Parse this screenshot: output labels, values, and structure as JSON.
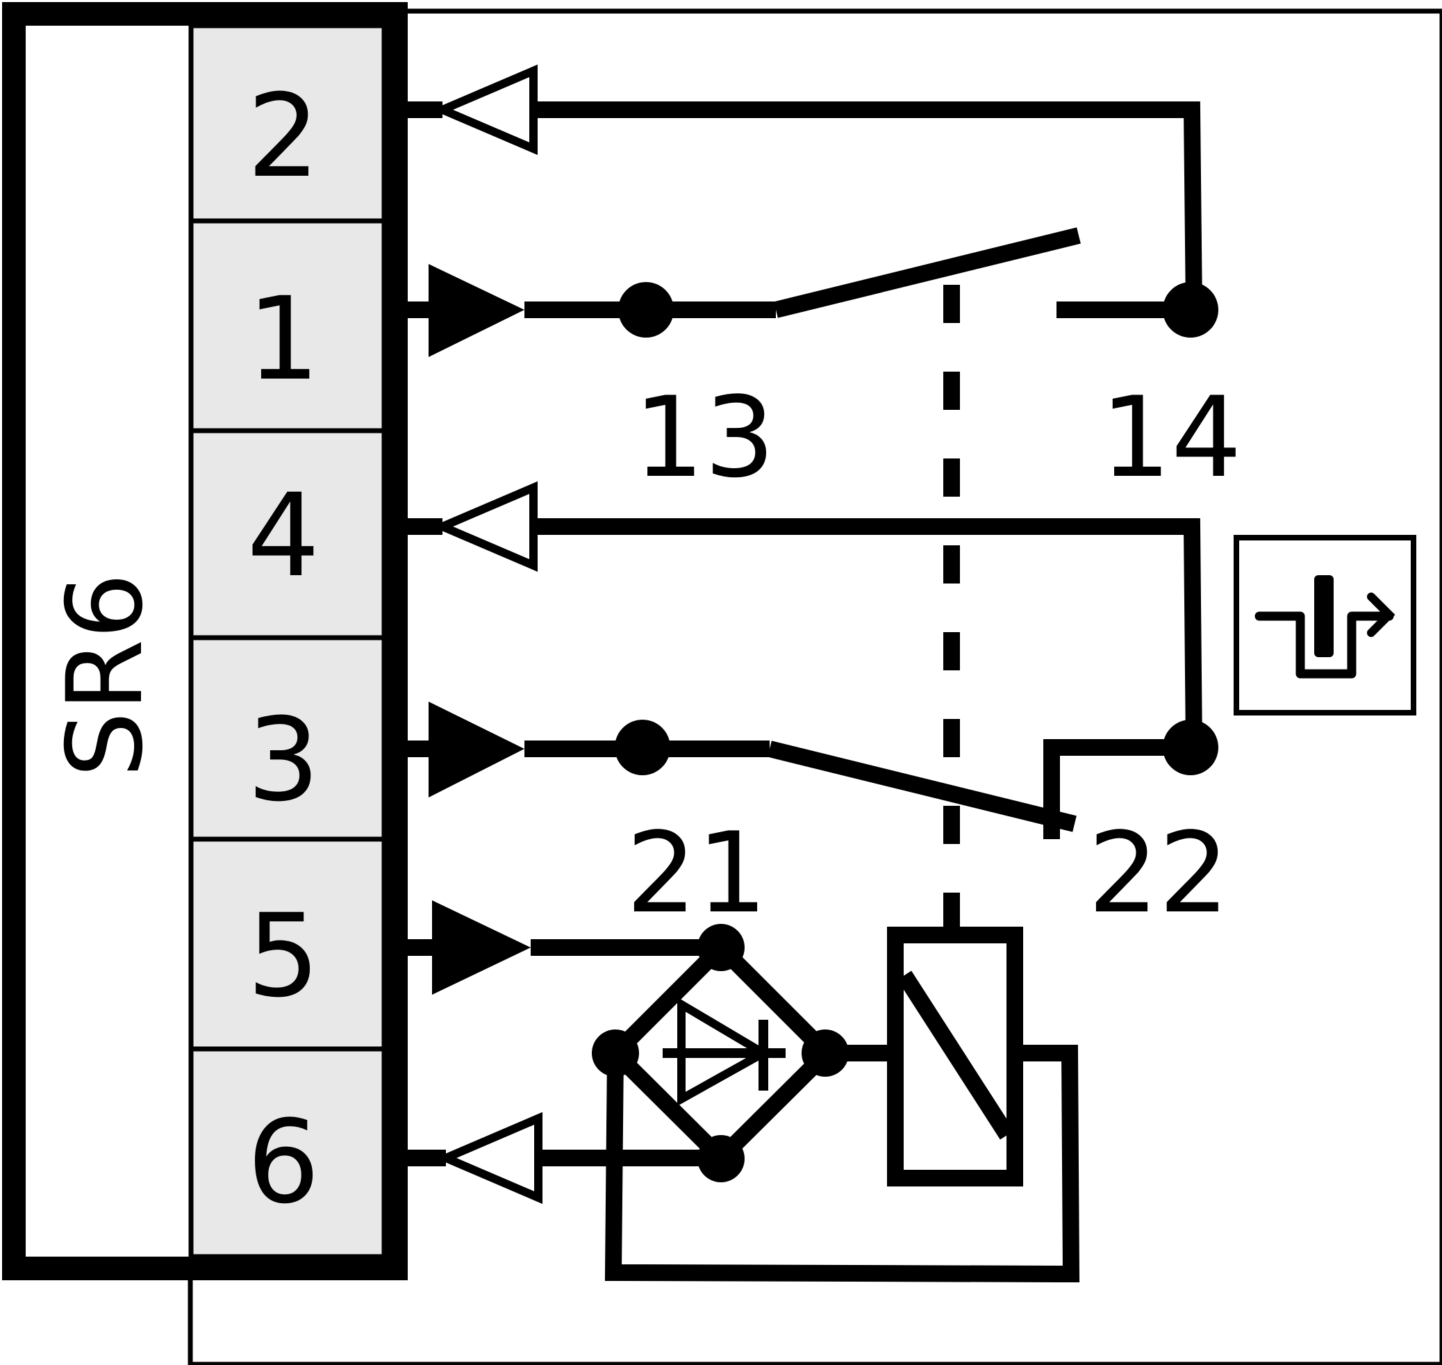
{
  "device": {
    "label": "SR6"
  },
  "terminals": [
    {
      "id": "t2",
      "label": "2"
    },
    {
      "id": "t1",
      "label": "1"
    },
    {
      "id": "t4",
      "label": "4"
    },
    {
      "id": "t3",
      "label": "3"
    },
    {
      "id": "t5",
      "label": "5"
    },
    {
      "id": "t6",
      "label": "6"
    }
  ],
  "contacts": {
    "c13": "13",
    "c14": "14",
    "c21": "21",
    "c22": "22"
  },
  "colors": {
    "line": "#000000",
    "terminal_fill": "#e8e8e8",
    "background": "#ffffff"
  }
}
